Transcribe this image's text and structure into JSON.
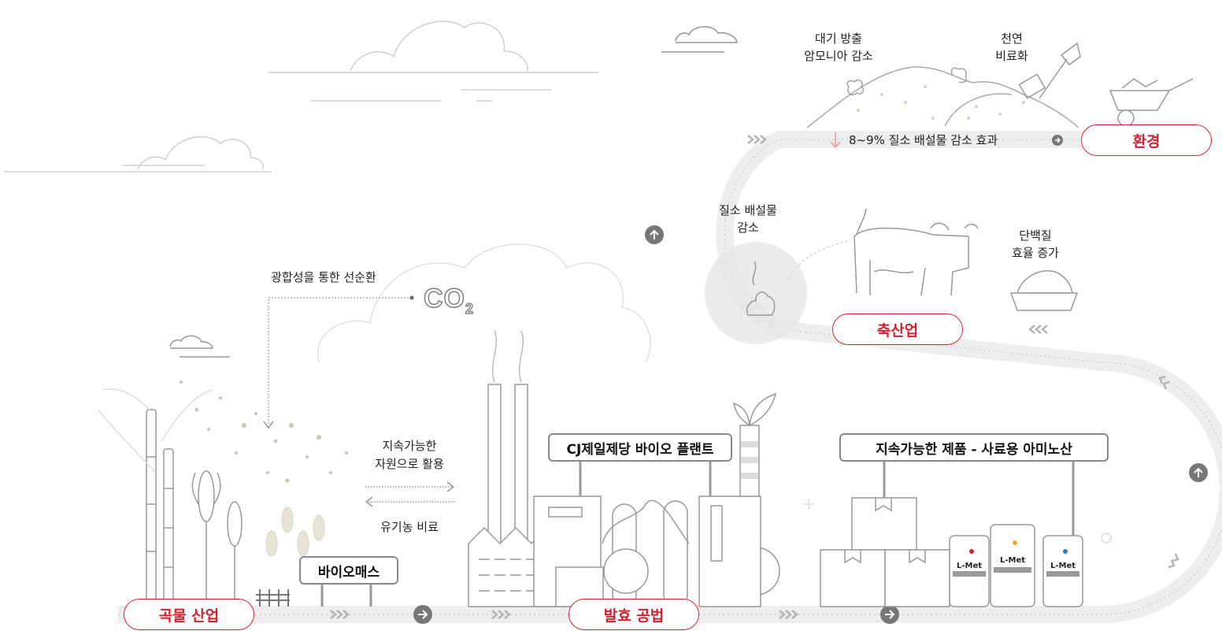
{
  "stages": {
    "grain": "곡물 산업",
    "fermentation": "발효 공법",
    "livestock": "축산업",
    "environment": "환경"
  },
  "signs": {
    "biomass": "바이오매스",
    "plant": "CJ제일제당 바이오 플랜트",
    "product": "지속가능한 제품 - 사료용 아미노산"
  },
  "texts": {
    "photosynthesis": "광합성을 통한 선순환",
    "co2_main": "CO",
    "co2_sub": "2",
    "resource_line1": "지속가능한",
    "resource_line2": "자원으로 활용",
    "fertilizer": "유기농 비료",
    "nitrogen_line1": "질소 배설물",
    "nitrogen_line2": "감소",
    "protein_line1": "단백질",
    "protein_line2": "효율 증가",
    "ammonia_line1": "대기 방출",
    "ammonia_line2": "암모니아 감소",
    "natural_line1": "천연",
    "natural_line2": "비료화",
    "effect": "8~9% 질소 배설물 감소 효과",
    "product_tag": "L-Met",
    "brand": "CJ"
  },
  "colors": {
    "accent": "#d6202f",
    "track": "#eeeeee",
    "line": "#9a9a9a",
    "circle": "#777777"
  }
}
